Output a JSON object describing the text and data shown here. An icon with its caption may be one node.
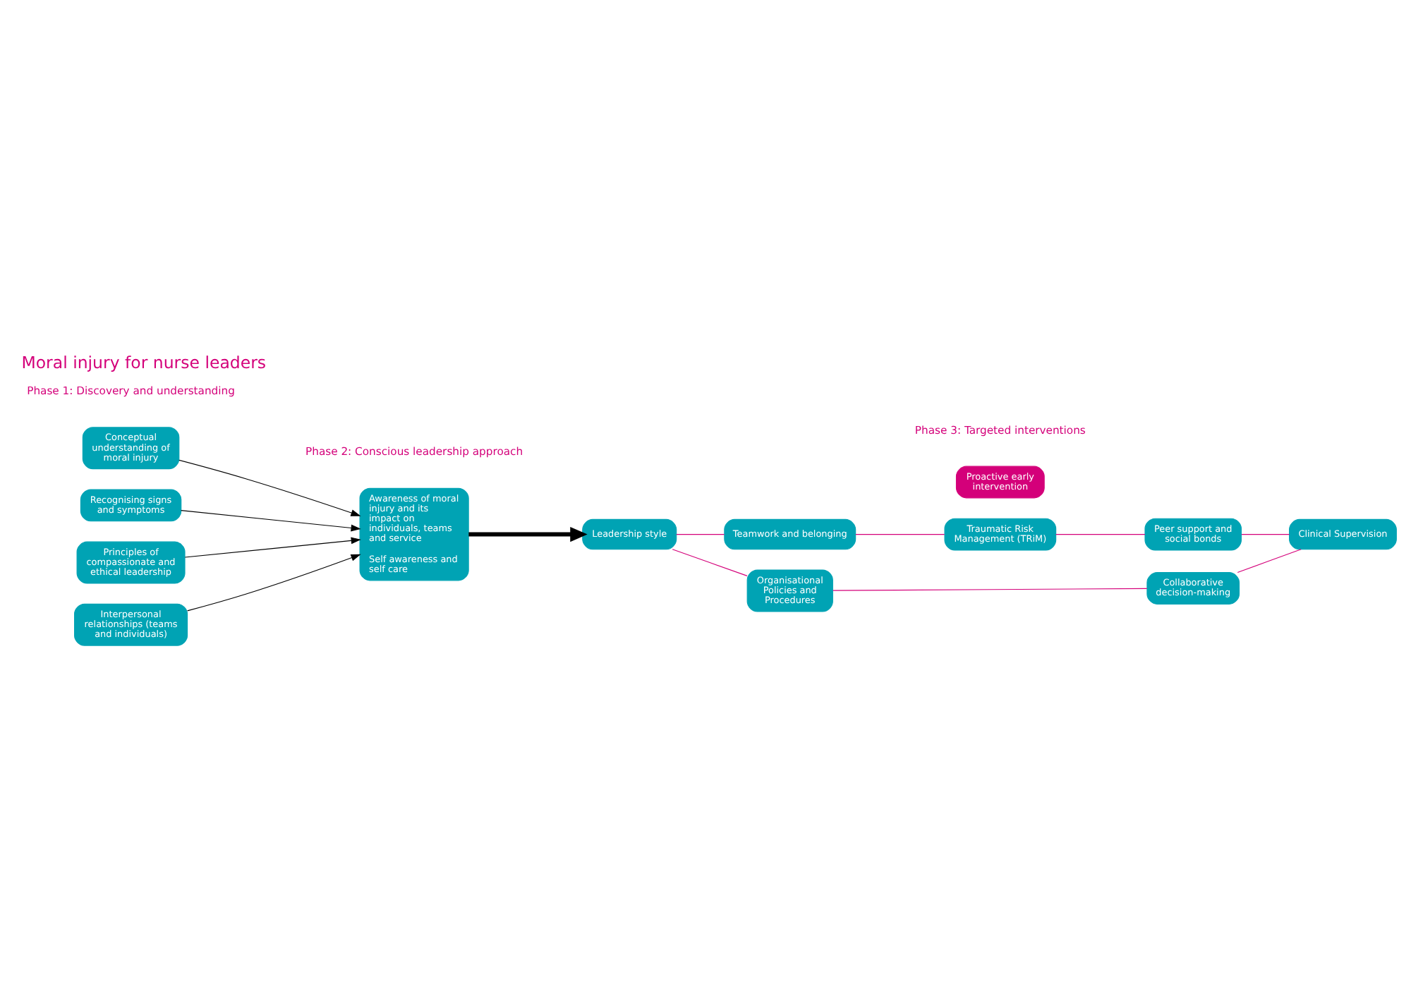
{
  "diagram": {
    "title": "Moral injury for nurse leaders",
    "nodes": [
      {
        "text": [
          "Conceptual understanding of moral injury"
        ]
      },
      {
        "text": [
          "Recognising signs and symptoms"
        ]
      },
      {
        "text": [
          "Principles of compassionate and ethical leadership"
        ]
      },
      {
        "text": [
          "Interpersonal relationships (teams and individuals)"
        ]
      },
      {
        "text": [
          "Awareness of moral injury and its impact on individuals, teams and service",
          "Self awareness and self care"
        ]
      },
      {
        "text": [
          "Leadership style"
        ]
      },
      {
        "text": [
          "Teamwork and belonging"
        ]
      },
      {
        "text": [
          "Traumatic Risk Management (TRiM)"
        ]
      },
      {
        "text": [
          "Peer support and social bonds"
        ]
      },
      {
        "text": [
          "Clinical Supervision"
        ]
      },
      {
        "text": [
          "Collaborative decision-making"
        ]
      },
      {
        "text": [
          "Organisational Policies and Procedures"
        ]
      },
      {
        "text": [
          "Proactive early intervention"
        ]
      }
    ],
    "edges": [
      {
        "from": 0,
        "to": 4,
        "arrow": "to",
        "color": "#000000"
      },
      {
        "from": 1,
        "to": 4,
        "arrow": "to",
        "color": "#000000"
      },
      {
        "from": 2,
        "to": 4,
        "arrow": "to",
        "color": "#000000"
      },
      {
        "from": 3,
        "to": 4,
        "arrow": "to",
        "color": "#000000"
      },
      {
        "from": 4,
        "to": 5,
        "arrow": "to",
        "style": "thick",
        "color": "#000000"
      },
      {
        "from": 5,
        "to": 6,
        "arrow": "none"
      },
      {
        "from": 6,
        "to": 7,
        "arrow": "none"
      },
      {
        "from": 7,
        "to": 8,
        "arrow": "none"
      },
      {
        "from": 8,
        "to": 9,
        "arrow": "none"
      },
      {
        "from": 9,
        "to": 10,
        "arrow": "none"
      },
      {
        "from": 10,
        "to": 11,
        "arrow": "none"
      },
      {
        "from": 11,
        "to": 5,
        "arrow": "none"
      }
    ],
    "labels": [
      "Phase 2: Conscious leadership approach",
      "Phase 3: Targeted interventions",
      "Phase 1: Discovery and understanding"
    ]
  }
}
